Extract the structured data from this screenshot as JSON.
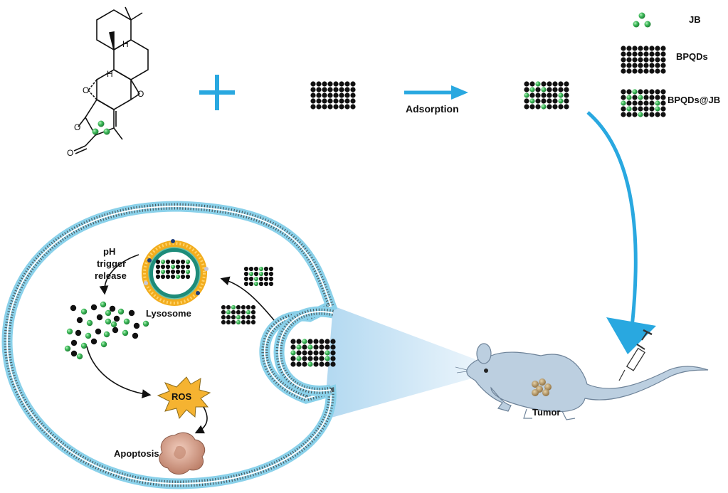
{
  "structure": {
    "atoms": {
      "h_top": "H",
      "h_mid": "H",
      "o_epox_left": "O",
      "o_epox_right": "O",
      "o_ring": "O",
      "o_carbonyl": "O"
    }
  },
  "arrows": {
    "adsorption_label": "Adsorption"
  },
  "legend": [
    {
      "key": "jb",
      "label": "JB"
    },
    {
      "key": "bpqds",
      "label": "BPQDs"
    },
    {
      "key": "bpqds_jb",
      "label": "BPQDs@JB"
    }
  ],
  "cell": {
    "ph_label": [
      "pH",
      "trigger",
      "release"
    ],
    "lysosome_label": "Lysosome",
    "ros_label": "ROS",
    "apoptosis_label": "Apoptosis"
  },
  "mouse": {
    "tumor_label": "Tumor"
  },
  "colors": {
    "arrow_blue": "#29a8e0",
    "green": "#3dbb5a",
    "dot_black": "#111111",
    "membrane": "#8ad1ea",
    "lysosome_orange": "#f2ad1e",
    "lysosome_teal": "#1e8c7a",
    "ros_fill": "#f5b331",
    "apoptosis_fill": "#d8a48f",
    "mouse_fill": "#bccfe0",
    "tumor_fill": "#a38a5c",
    "beam": "#cfe6f5"
  }
}
